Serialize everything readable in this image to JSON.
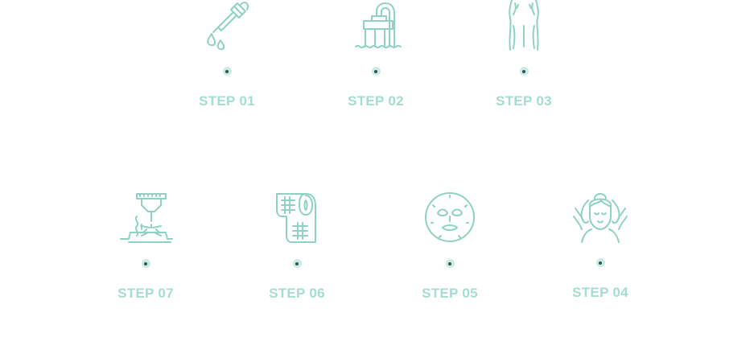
{
  "steps": [
    {
      "id": "s1",
      "label": "STEP 01",
      "icon": "dropper-icon"
    },
    {
      "id": "s2",
      "label": "STEP 02",
      "icon": "shower-icon"
    },
    {
      "id": "s3",
      "label": "STEP 03",
      "icon": "body-back-icon"
    },
    {
      "id": "s4",
      "label": "STEP 04",
      "icon": "face-massage-icon"
    },
    {
      "id": "s5",
      "label": "STEP 05",
      "icon": "face-mask-icon"
    },
    {
      "id": "s6",
      "label": "STEP 06",
      "icon": "sheet-mask-roll-icon"
    },
    {
      "id": "s7",
      "label": "STEP 07",
      "icon": "laser-device-icon"
    }
  ],
  "colors": {
    "icon_stroke": "#8fd2c4",
    "label_text": "#a4ddd1",
    "dot_ring": "#c9ece4",
    "dot_center": "#36545a",
    "background": "#ffffff"
  }
}
